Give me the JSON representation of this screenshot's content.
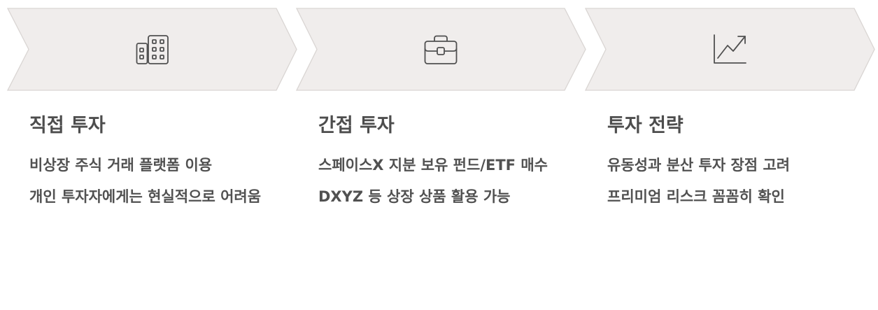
{
  "colors": {
    "chevron_fill": "#F0EDEC",
    "chevron_border": "#D9D5D3",
    "icon_stroke": "#505050",
    "text": "#4F4F4F"
  },
  "steps": [
    {
      "icon": "building-icon",
      "title": "직접 투자",
      "items": [
        "비상장 주식 거래 플랫폼 이용",
        "개인 투자자에게는 현실적으로 어려움"
      ]
    },
    {
      "icon": "briefcase-icon",
      "title": "간접 투자",
      "items": [
        "스페이스X 지분 보유 펀드/ETF 매수",
        "DXYZ 등 상장 상품 활용 가능"
      ]
    },
    {
      "icon": "trending-up-chart-icon",
      "title": "투자 전략",
      "items": [
        "유동성과 분산 투자 장점 고려",
        "프리미엄 리스크 꼼꼼히 확인"
      ]
    }
  ]
}
